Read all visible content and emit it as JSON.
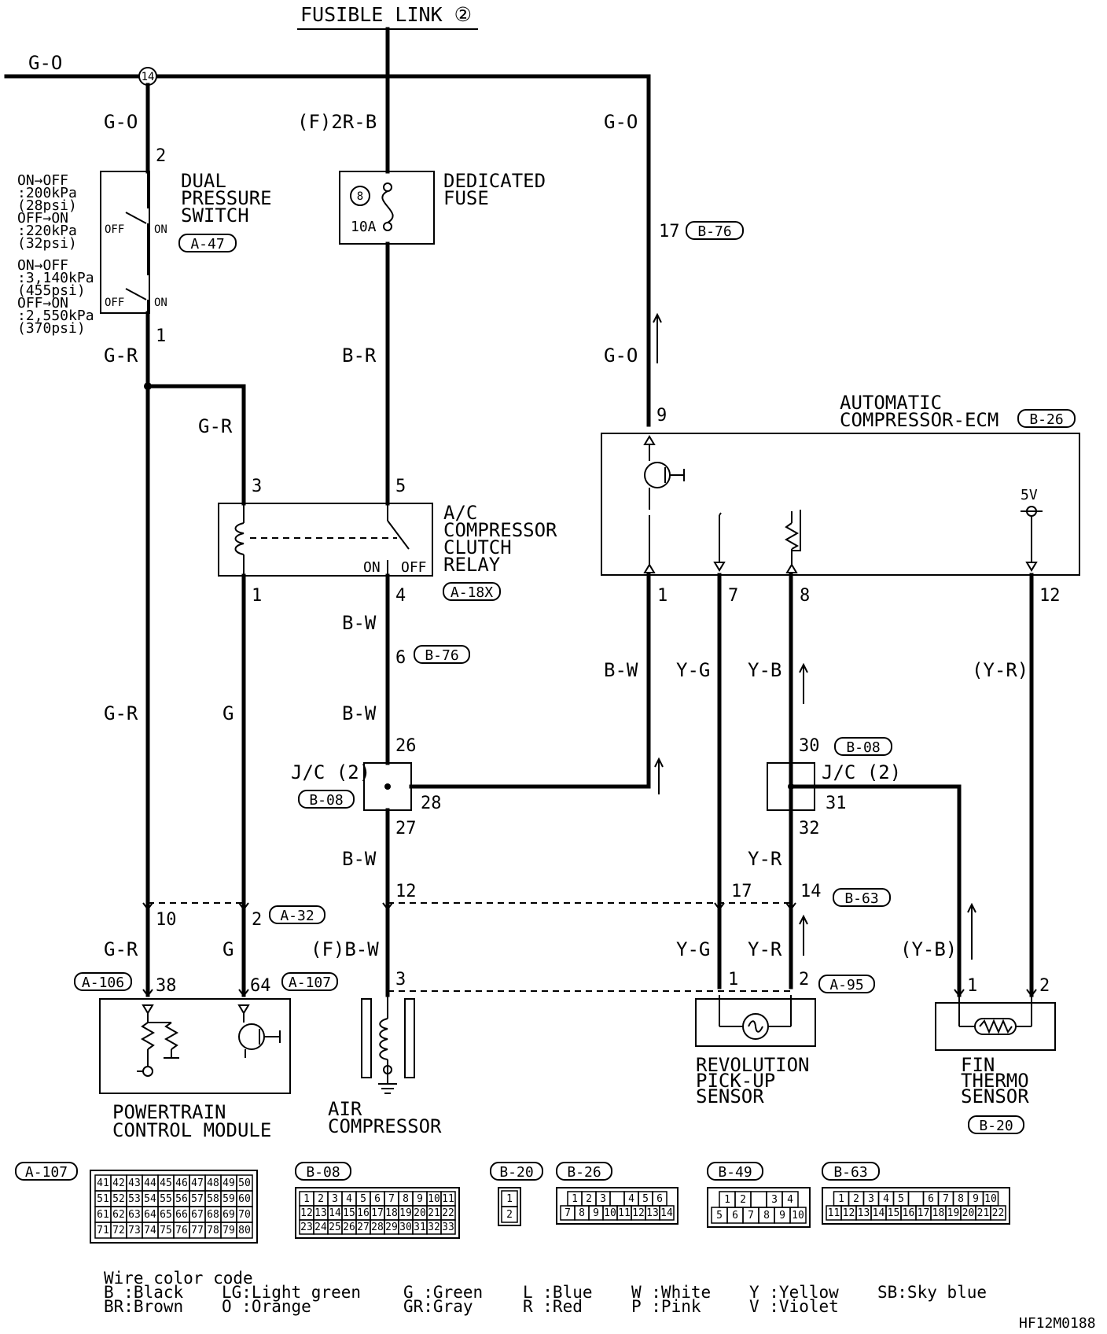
{
  "title": "FUSIBLE LINK ②",
  "figure_id": "HF12M0188",
  "junction": "14",
  "wires": {
    "top_left": "G-O",
    "dps_top": "G-O",
    "fuse_top": "(F)2R-B",
    "ecm_top": "G-O",
    "ecm_mid": "G-O",
    "dps_bottom": "G-R",
    "relay_in": "G-R",
    "fuse_bottom": "B-R",
    "relay_out": "B-W",
    "jc_in": "B-W",
    "jc_out": "B-W",
    "comp_in": "(F)B-W",
    "pcm_left": "G-R",
    "pcm_right": "G",
    "pcm_left_low": "G-R",
    "pcm_right_low": "G",
    "ecm1": "B-W",
    "ecm7": "Y-G",
    "ecm8": "Y-B",
    "ecm12": "(Y-R)",
    "jc2_out": "Y-R",
    "rev_left": "Y-G",
    "rev_right": "Y-R",
    "fin_left": "(Y-B)"
  },
  "components": {
    "dps": {
      "name": [
        "DUAL",
        "PRESSURE",
        "SWITCH"
      ],
      "code": "A-47",
      "pin_top": "2",
      "pin_bottom": "1",
      "off": "OFF",
      "on": "ON"
    },
    "dps_specs": [
      "ON→OFF",
      ":200kPa",
      "(28psi)",
      "OFF→ON",
      ":220kPa",
      "(32psi)",
      "ON→OFF",
      ":3,140kPa",
      "(455psi)",
      "OFF→ON",
      ":2,550kPa",
      "(370psi)"
    ],
    "fuse": {
      "name": [
        "DEDICATED",
        "FUSE"
      ],
      "number": "8",
      "rating": "10A"
    },
    "relay": {
      "name": [
        "A/C",
        "COMPRESSOR",
        "CLUTCH",
        "RELAY"
      ],
      "code": "A-18X",
      "pins": [
        "3",
        "5",
        "1",
        "4"
      ],
      "on": "ON",
      "off": "OFF"
    },
    "ecm": {
      "name": [
        "AUTOMATIC",
        "COMPRESSOR-ECM"
      ],
      "code": "B-26",
      "pin_top": "9",
      "pins": [
        "1",
        "7",
        "8",
        "12"
      ],
      "volt": "5V",
      "pin_17": "17",
      "conn_17": "B-76"
    },
    "jc1": {
      "name": "J/C (2)",
      "code": "B-08",
      "pins": [
        "26",
        "28",
        "27"
      ]
    },
    "jc2": {
      "name": "J/C (2)",
      "code": "B-08",
      "pins": [
        "30",
        "31",
        "32"
      ]
    },
    "conn_b76": {
      "pin": "6",
      "code": "B-76"
    },
    "conn_a32": {
      "pins": [
        "10",
        "2"
      ],
      "code": "A-32"
    },
    "conn_b63": {
      "pins": [
        "12",
        "17",
        "14"
      ],
      "code": "B-63"
    },
    "pcm": {
      "name": [
        "POWERTRAIN",
        "CONTROL MODULE"
      ],
      "codes": [
        "A-106",
        "A-107"
      ],
      "pins": [
        "38",
        "64"
      ]
    },
    "comp": {
      "name": [
        "AIR",
        "COMPRESSOR"
      ],
      "pin": "3"
    },
    "rev": {
      "name": [
        "REVOLUTION",
        "PICK-UP",
        "SENSOR"
      ],
      "code": "A-95",
      "pins": [
        "1",
        "2"
      ]
    },
    "fin": {
      "name": [
        "FIN",
        "THERMO",
        "SENSOR"
      ],
      "code": "B-20",
      "pins": [
        "1",
        "2"
      ]
    }
  },
  "connectors": [
    {
      "code": "A-107",
      "rows": [
        [
          "41",
          "42",
          "43",
          "44",
          "45",
          "46",
          "47",
          "48",
          "49",
          "50"
        ],
        [
          "51",
          "52",
          "53",
          "54",
          "55",
          "56",
          "57",
          "58",
          "59",
          "60"
        ],
        [
          "61",
          "62",
          "63",
          "64",
          "65",
          "66",
          "67",
          "68",
          "69",
          "70"
        ],
        [
          "71",
          "72",
          "73",
          "74",
          "75",
          "76",
          "77",
          "78",
          "79",
          "80"
        ]
      ]
    },
    {
      "code": "B-08",
      "rows": [
        [
          "1",
          "2",
          "3",
          "4",
          "5",
          "6",
          "7",
          "8",
          "9",
          "10",
          "11"
        ],
        [
          "12",
          "13",
          "14",
          "15",
          "16",
          "17",
          "18",
          "19",
          "20",
          "21",
          "22"
        ],
        [
          "23",
          "24",
          "25",
          "26",
          "27",
          "28",
          "29",
          "30",
          "31",
          "32",
          "33"
        ]
      ]
    },
    {
      "code": "B-20",
      "rows": [
        [
          "1"
        ],
        [
          "2"
        ]
      ]
    },
    {
      "code": "B-26",
      "rows": [
        [
          "1",
          "2",
          "3",
          "",
          "4",
          "5",
          "6"
        ],
        [
          "7",
          "8",
          "9",
          "10",
          "11",
          "12",
          "13",
          "14"
        ]
      ]
    },
    {
      "code": "B-49",
      "rows": [
        [
          "1",
          "2",
          "",
          "3",
          "4"
        ],
        [
          "5",
          "6",
          "7",
          "8",
          "9",
          "10"
        ]
      ]
    },
    {
      "code": "B-63",
      "rows": [
        [
          "1",
          "2",
          "3",
          "4",
          "5",
          "",
          "6",
          "7",
          "8",
          "9",
          "10"
        ],
        [
          "11",
          "12",
          "13",
          "14",
          "15",
          "16",
          "17",
          "18",
          "19",
          "20",
          "21",
          "22"
        ]
      ]
    }
  ],
  "wire_color_code": {
    "title": "Wire color code",
    "rows": [
      [
        "B :Black",
        "LG:Light green",
        "G :Green",
        "L :Blue",
        "W :White",
        "Y :Yellow",
        "SB:Sky blue"
      ],
      [
        "BR:Brown",
        "O :Orange",
        "GR:Gray",
        "R :Red",
        "P :Pink",
        "V :Violet"
      ]
    ]
  }
}
